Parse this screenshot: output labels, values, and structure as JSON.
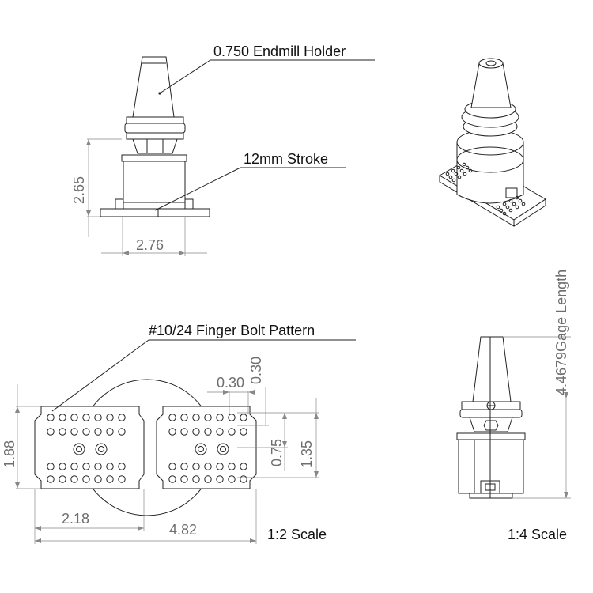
{
  "callouts": {
    "endmill_holder": "0.750 Endmill Holder",
    "stroke": "12mm Stroke",
    "bolt_pattern": "#10/24 Finger Bolt Pattern"
  },
  "dimensions": {
    "front_height": "2.65",
    "front_width": "2.76",
    "plan_height": "1.88",
    "plan_half_width": "2.18",
    "plan_total_width": "4.82",
    "hole_spacing_x": "0.30",
    "hole_spacing_y": "0.30",
    "inner_span": "0.75",
    "row_span": "1.35",
    "gage_length": "4.4679Gage Length"
  },
  "scales": {
    "plan": "1:2 Scale",
    "side": "1:4 Scale"
  }
}
